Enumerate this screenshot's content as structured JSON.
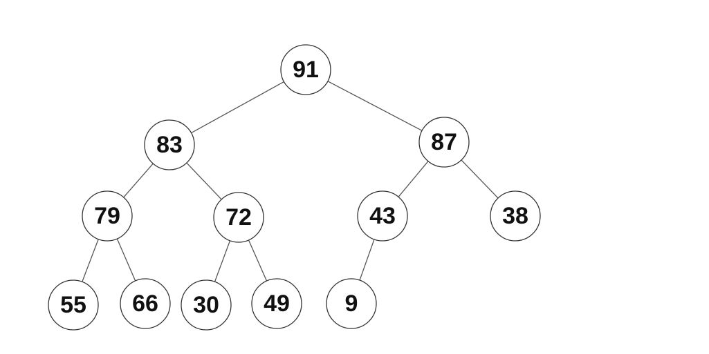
{
  "tree": {
    "nodes": [
      {
        "id": "n91",
        "label": "91"
      },
      {
        "id": "n83",
        "label": "83"
      },
      {
        "id": "n87",
        "label": "87"
      },
      {
        "id": "n79",
        "label": "79"
      },
      {
        "id": "n72",
        "label": "72"
      },
      {
        "id": "n43",
        "label": "43"
      },
      {
        "id": "n38",
        "label": "38"
      },
      {
        "id": "n55",
        "label": "55"
      },
      {
        "id": "n66",
        "label": "66"
      },
      {
        "id": "n30",
        "label": "30"
      },
      {
        "id": "n49",
        "label": "49"
      },
      {
        "id": "n9",
        "label": "9"
      }
    ],
    "edges": [
      {
        "from": "n91",
        "to": "n83"
      },
      {
        "from": "n91",
        "to": "n87"
      },
      {
        "from": "n83",
        "to": "n79"
      },
      {
        "from": "n83",
        "to": "n72"
      },
      {
        "from": "n87",
        "to": "n43"
      },
      {
        "from": "n87",
        "to": "n38"
      },
      {
        "from": "n79",
        "to": "n55"
      },
      {
        "from": "n79",
        "to": "n66"
      },
      {
        "from": "n72",
        "to": "n30"
      },
      {
        "from": "n72",
        "to": "n49"
      },
      {
        "from": "n43",
        "to": "n9"
      }
    ]
  }
}
